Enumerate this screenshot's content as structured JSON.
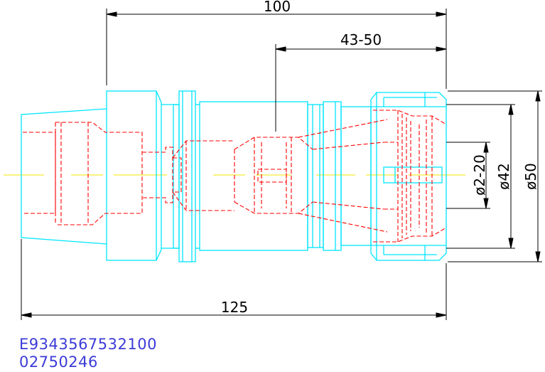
{
  "dimensions": {
    "overall_top": "100",
    "collet_top": "43-50",
    "overall_bottom": "125",
    "bore_range": "ø2-20",
    "nut_inner": "ø42",
    "nut_outer": "ø50"
  },
  "part_codes": {
    "line1": "E9343567532100",
    "line2": "02750246"
  },
  "colors": {
    "outline": "#00e5ff",
    "hidden": "#ff0000",
    "centerline": "#f2e600",
    "dimension": "#000000",
    "code_text": "#3b3bd8"
  }
}
